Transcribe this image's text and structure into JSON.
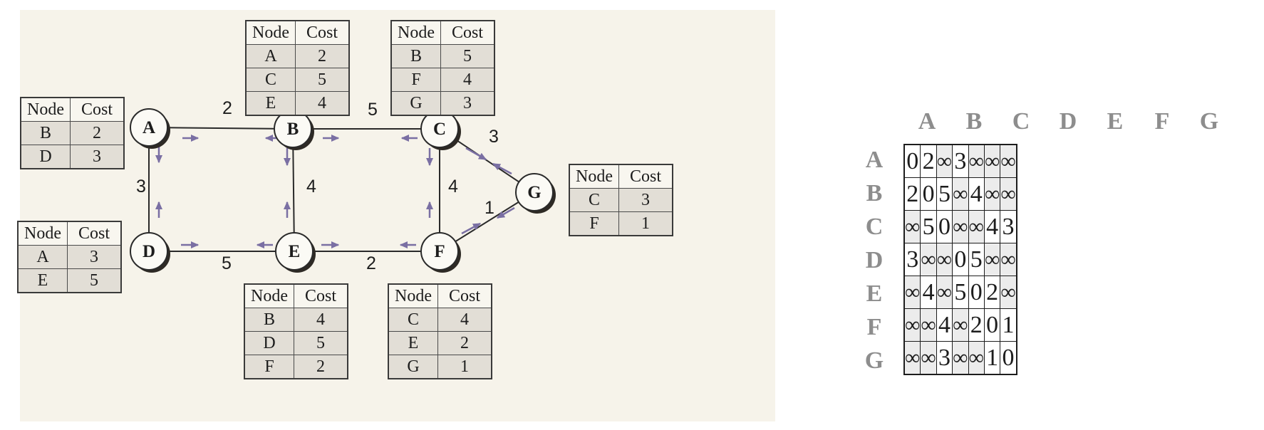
{
  "graph": {
    "nodes": [
      {
        "id": "A",
        "label": "A"
      },
      {
        "id": "B",
        "label": "B"
      },
      {
        "id": "C",
        "label": "C"
      },
      {
        "id": "D",
        "label": "D"
      },
      {
        "id": "E",
        "label": "E"
      },
      {
        "id": "F",
        "label": "F"
      },
      {
        "id": "G",
        "label": "G"
      }
    ],
    "edges": [
      {
        "from": "A",
        "to": "B",
        "cost": "2"
      },
      {
        "from": "B",
        "to": "C",
        "cost": "5"
      },
      {
        "from": "A",
        "to": "D",
        "cost": "3"
      },
      {
        "from": "B",
        "to": "E",
        "cost": "4"
      },
      {
        "from": "C",
        "to": "F",
        "cost": "4"
      },
      {
        "from": "C",
        "to": "G",
        "cost": "3"
      },
      {
        "from": "F",
        "to": "G",
        "cost": "1"
      },
      {
        "from": "D",
        "to": "E",
        "cost": "5"
      },
      {
        "from": "E",
        "to": "F",
        "cost": "2"
      }
    ],
    "arrow_color": "#7a6fa3"
  },
  "routing_tables": {
    "header": {
      "node": "Node",
      "cost": "Cost"
    },
    "A": [
      {
        "node": "B",
        "cost": "2"
      },
      {
        "node": "D",
        "cost": "3"
      }
    ],
    "B": [
      {
        "node": "A",
        "cost": "2"
      },
      {
        "node": "C",
        "cost": "5"
      },
      {
        "node": "E",
        "cost": "4"
      }
    ],
    "C": [
      {
        "node": "B",
        "cost": "5"
      },
      {
        "node": "F",
        "cost": "4"
      },
      {
        "node": "G",
        "cost": "3"
      }
    ],
    "D": [
      {
        "node": "A",
        "cost": "3"
      },
      {
        "node": "E",
        "cost": "5"
      }
    ],
    "E": [
      {
        "node": "B",
        "cost": "4"
      },
      {
        "node": "D",
        "cost": "5"
      },
      {
        "node": "F",
        "cost": "2"
      }
    ],
    "F": [
      {
        "node": "C",
        "cost": "4"
      },
      {
        "node": "E",
        "cost": "2"
      },
      {
        "node": "G",
        "cost": "1"
      }
    ],
    "G": [
      {
        "node": "C",
        "cost": "3"
      },
      {
        "node": "F",
        "cost": "1"
      }
    ]
  },
  "matrix": {
    "columns": [
      "A",
      "B",
      "C",
      "D",
      "E",
      "F",
      "G"
    ],
    "rows": [
      {
        "label": "A",
        "values": [
          "0",
          "2",
          "∞",
          "3",
          "∞",
          "∞",
          "∞"
        ]
      },
      {
        "label": "B",
        "values": [
          "2",
          "0",
          "5",
          "∞",
          "4",
          "∞",
          "∞"
        ]
      },
      {
        "label": "C",
        "values": [
          "∞",
          "5",
          "0",
          "∞",
          "∞",
          "4",
          "3"
        ]
      },
      {
        "label": "D",
        "values": [
          "3",
          "∞",
          "∞",
          "0",
          "5",
          "∞",
          "∞"
        ]
      },
      {
        "label": "E",
        "values": [
          "∞",
          "4",
          "∞",
          "5",
          "0",
          "2",
          "∞"
        ]
      },
      {
        "label": "F",
        "values": [
          "∞",
          "∞",
          "4",
          "∞",
          "2",
          "0",
          "1"
        ]
      },
      {
        "label": "G",
        "values": [
          "∞",
          "∞",
          "3",
          "∞",
          "∞",
          "1",
          "0"
        ]
      }
    ]
  }
}
